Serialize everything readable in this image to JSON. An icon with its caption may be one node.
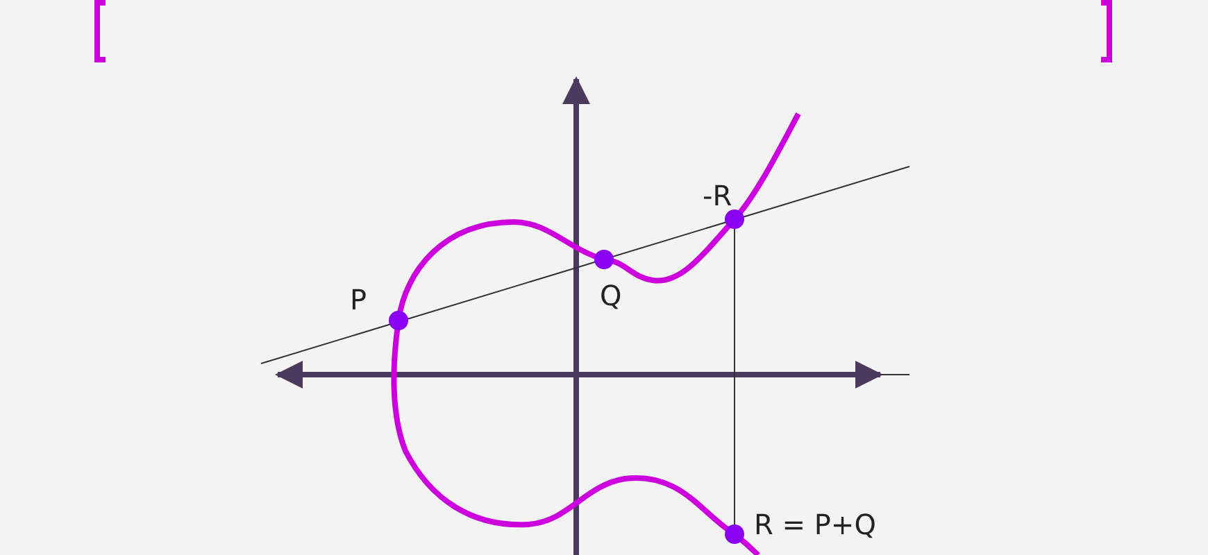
{
  "diagram": {
    "nodes": [
      {
        "text": [],
        "shape": "circle",
        "beside": [
          "P"
        ]
      },
      {
        "text": [],
        "shape": "circle",
        "beside": [
          "Q"
        ]
      },
      {
        "text": [],
        "shape": "circle",
        "beside": [
          "-R"
        ]
      },
      {
        "text": [],
        "shape": "circle",
        "beside": [
          "R = P+Q"
        ]
      }
    ],
    "edges": [
      {
        "from": 2,
        "to": 3,
        "arrow": "none"
      }
    ]
  }
}
